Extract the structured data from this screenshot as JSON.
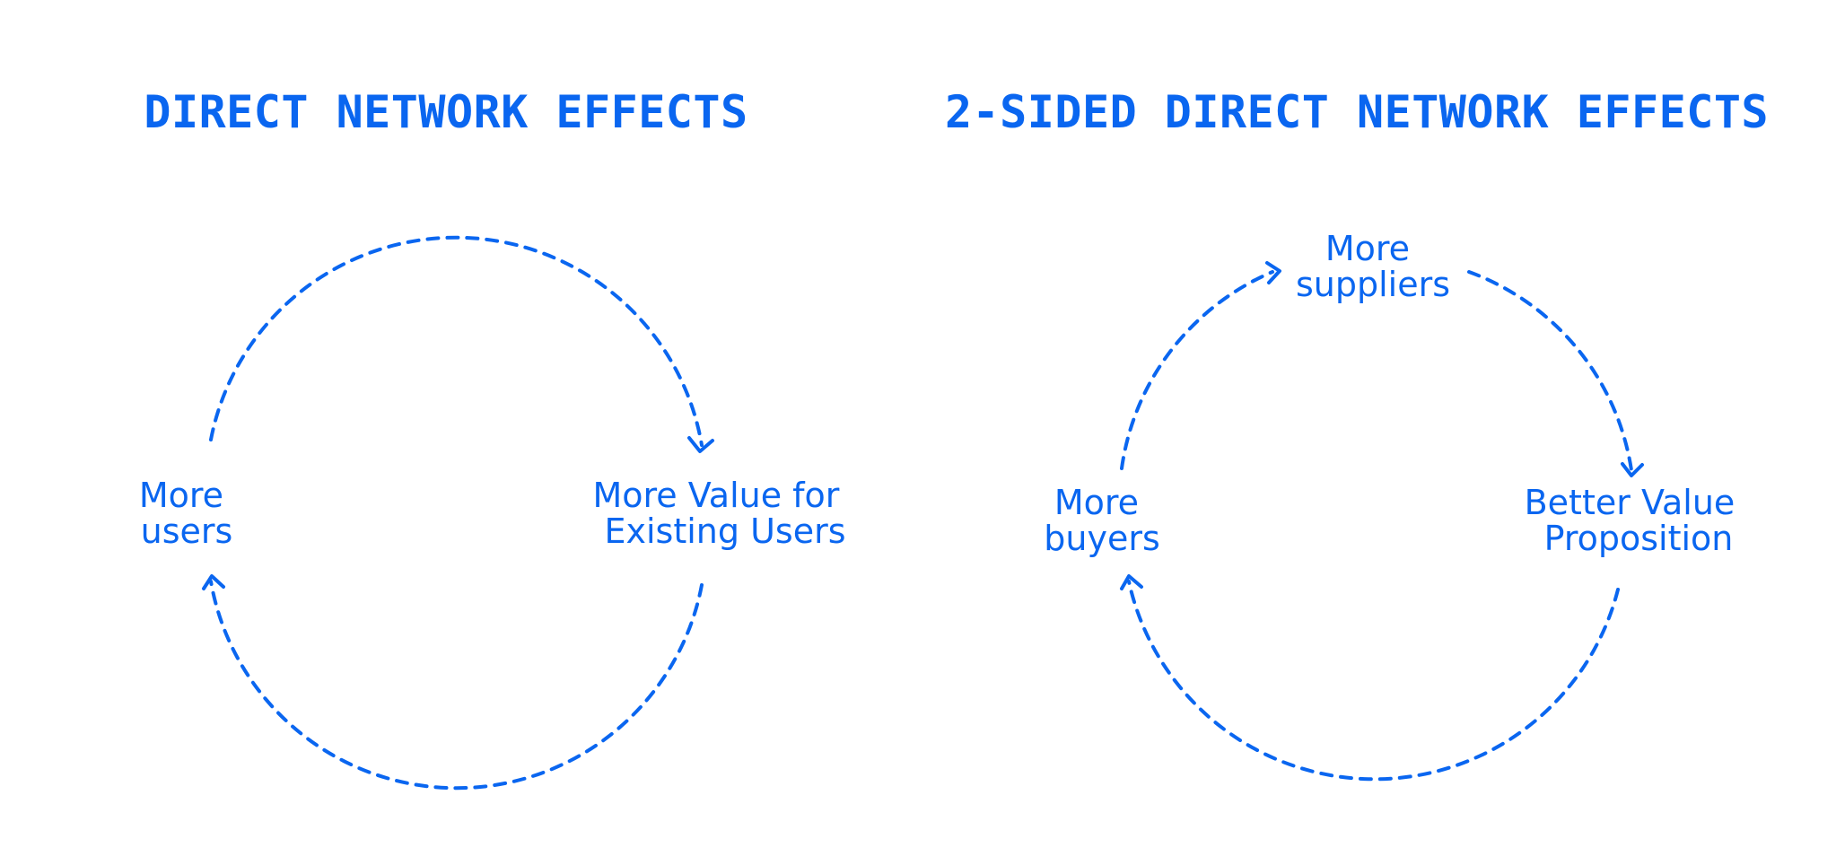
{
  "colors": {
    "accent": "#0a66f0",
    "background": "#ffffff"
  },
  "left_diagram": {
    "title": "DIRECT NETWORK EFFECTS",
    "nodes": {
      "users": [
        "More",
        "users"
      ],
      "value": [
        "More Value for",
        "Existing Users"
      ]
    }
  },
  "right_diagram": {
    "title": "2-SIDED DIRECT NETWORK EFFECTS",
    "nodes": {
      "suppliers": [
        "More",
        "suppliers"
      ],
      "value": [
        "Better Value",
        "Proposition"
      ],
      "buyers": [
        "More",
        "buyers"
      ]
    }
  }
}
